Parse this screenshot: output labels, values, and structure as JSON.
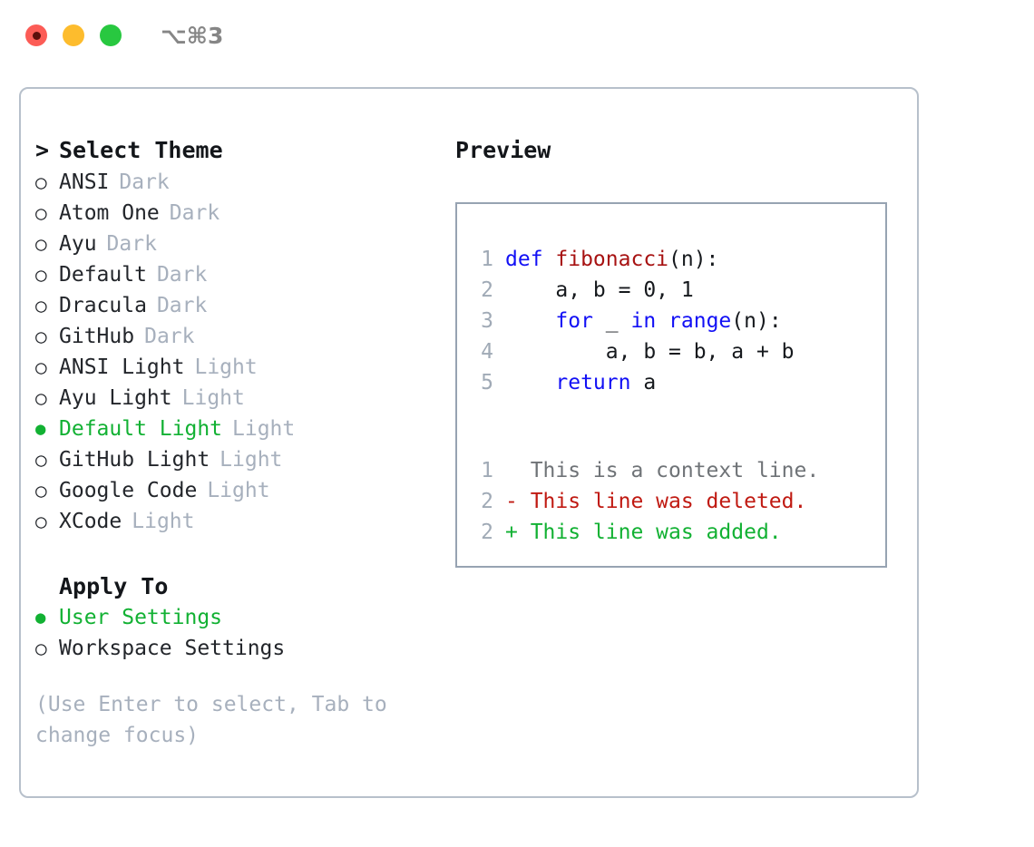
{
  "titlebar": {
    "shortcut": "⌥⌘3",
    "dots": [
      {
        "name": "close",
        "color": "#fc5c56"
      },
      {
        "name": "minimize",
        "color": "#fdbc2d"
      },
      {
        "name": "zoom",
        "color": "#28c840"
      }
    ]
  },
  "theme_selector": {
    "heading": "Select Theme",
    "caret": ">",
    "bullet_unselected": "○",
    "bullet_selected": "●",
    "accent_color": "#12b133",
    "muted_color": "#a7b0bd",
    "items": [
      {
        "name": "ANSI",
        "tag": "Dark",
        "selected": false
      },
      {
        "name": "Atom One",
        "tag": "Dark",
        "selected": false
      },
      {
        "name": "Ayu",
        "tag": "Dark",
        "selected": false
      },
      {
        "name": "Default",
        "tag": "Dark",
        "selected": false
      },
      {
        "name": "Dracula",
        "tag": "Dark",
        "selected": false
      },
      {
        "name": "GitHub",
        "tag": "Dark",
        "selected": false
      },
      {
        "name": "ANSI Light",
        "tag": "Light",
        "selected": false
      },
      {
        "name": "Ayu Light",
        "tag": "Light",
        "selected": false
      },
      {
        "name": "Default Light",
        "tag": "Light",
        "selected": true
      },
      {
        "name": "GitHub Light",
        "tag": "Light",
        "selected": false
      },
      {
        "name": "Google Code",
        "tag": "Light",
        "selected": false
      },
      {
        "name": "XCode",
        "tag": "Light",
        "selected": false
      }
    ]
  },
  "apply_to": {
    "heading": "Apply To",
    "options": [
      {
        "label": "User Settings",
        "selected": true
      },
      {
        "label": "Workspace Settings",
        "selected": false
      }
    ]
  },
  "hint": "(Use Enter to select, Tab to change focus)",
  "preview": {
    "title": "Preview",
    "code_lines": [
      {
        "lineno": "1",
        "tokens": [
          {
            "text": "def ",
            "style": "kw"
          },
          {
            "text": "fibonacci",
            "style": "fn"
          },
          {
            "text": "(n):",
            "style": "plain"
          }
        ]
      },
      {
        "lineno": "2",
        "tokens": [
          {
            "text": "    a, b = 0, 1",
            "style": "plain"
          }
        ]
      },
      {
        "lineno": "3",
        "tokens": [
          {
            "text": "    ",
            "style": "plain"
          },
          {
            "text": "for",
            "style": "kw"
          },
          {
            "text": " _ ",
            "style": "plain"
          },
          {
            "text": "in",
            "style": "kw"
          },
          {
            "text": " ",
            "style": "plain"
          },
          {
            "text": "range",
            "style": "kw"
          },
          {
            "text": "(n):",
            "style": "plain"
          }
        ]
      },
      {
        "lineno": "4",
        "tokens": [
          {
            "text": "        a, b = b, a + b",
            "style": "plain"
          }
        ]
      },
      {
        "lineno": "5",
        "tokens": [
          {
            "text": "    ",
            "style": "plain"
          },
          {
            "text": "return",
            "style": "kw"
          },
          {
            "text": " a",
            "style": "plain"
          }
        ]
      }
    ],
    "diff_lines": [
      {
        "lineno": "1",
        "marker": " ",
        "text": "  This is a context line.",
        "style": "ctx"
      },
      {
        "lineno": "2",
        "marker": "-",
        "text": "- This line was deleted.",
        "style": "del"
      },
      {
        "lineno": "2",
        "marker": "+",
        "text": "+ This line was added.",
        "style": "add"
      }
    ]
  }
}
